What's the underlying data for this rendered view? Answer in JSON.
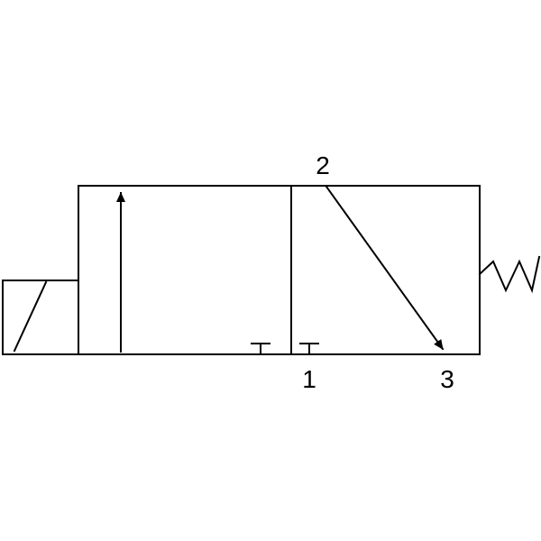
{
  "diagram": {
    "type": "3/2 solenoid valve symbol, spring return",
    "ports": {
      "p1": "1",
      "p2": "2",
      "p3": "3"
    },
    "colors": {
      "line": "#000000",
      "background": "#ffffff"
    }
  }
}
